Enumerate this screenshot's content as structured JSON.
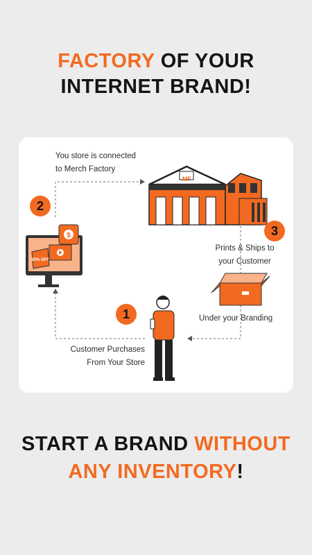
{
  "headline_top": {
    "accent": "FACTORY",
    "rest1": " OF YOUR",
    "line2": "INTERNET BRAND!"
  },
  "diagram": {
    "step1": {
      "number": "1",
      "label_line1": "Customer Purchases",
      "label_line2": "From Your Store"
    },
    "step2": {
      "number": "2",
      "label_line1": "You store is connected",
      "label_line2": "to Merch Factory"
    },
    "step3": {
      "number": "3",
      "label_line1": "Prints & Ships to",
      "label_line2": "your Customer"
    },
    "branding_label": "Under your Branding",
    "factory_logo": "MF",
    "promo_badge": "50% OFF",
    "dollar_tag": "$"
  },
  "headline_bottom": {
    "part1": "START A BRAND ",
    "accent1": "WITHOUT",
    "accent2": "ANY INVENTORY",
    "end": "!"
  },
  "colors": {
    "accent": "#f26a21",
    "background": "#ececec",
    "card": "#ffffff",
    "text": "#141414"
  }
}
